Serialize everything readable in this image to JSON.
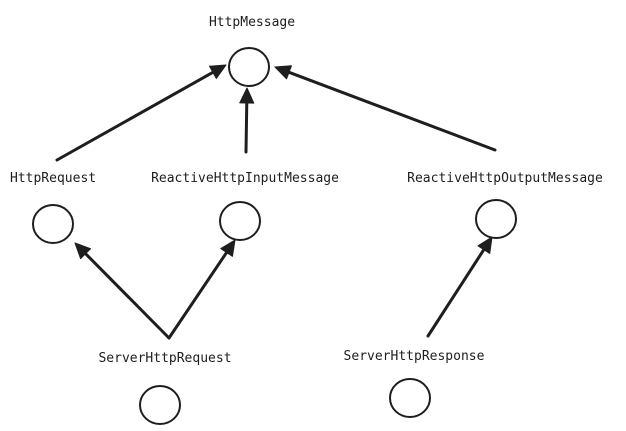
{
  "diagram": {
    "type": "class-hierarchy",
    "nodes": [
      {
        "id": "http-message",
        "label": "HttpMessage"
      },
      {
        "id": "http-request",
        "label": "HttpRequest"
      },
      {
        "id": "reactive-http-input-message",
        "label": "ReactiveHttpInputMessage"
      },
      {
        "id": "reactive-http-output-message",
        "label": "ReactiveHttpOutputMessage"
      },
      {
        "id": "server-http-request",
        "label": "ServerHttpRequest"
      },
      {
        "id": "server-http-response",
        "label": "ServerHttpResponse"
      }
    ],
    "edges": [
      {
        "from": "http-request",
        "to": "http-message"
      },
      {
        "from": "reactive-http-input-message",
        "to": "http-message"
      },
      {
        "from": "reactive-http-output-message",
        "to": "http-message"
      },
      {
        "from": "server-http-request",
        "to": "http-request"
      },
      {
        "from": "server-http-request",
        "to": "reactive-http-input-message"
      },
      {
        "from": "server-http-response",
        "to": "reactive-http-output-message"
      }
    ]
  }
}
